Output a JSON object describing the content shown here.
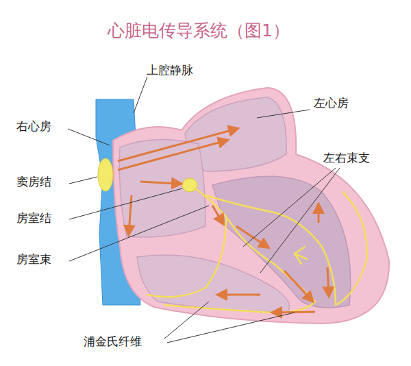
{
  "diagram": {
    "title": "心脏电传导系统（图1）",
    "labels": [
      "上腔静脉",
      "左心房",
      "右心房",
      "左右束支",
      "窦房结",
      "房室结",
      "房室束",
      "浦金氏纤维"
    ]
  }
}
